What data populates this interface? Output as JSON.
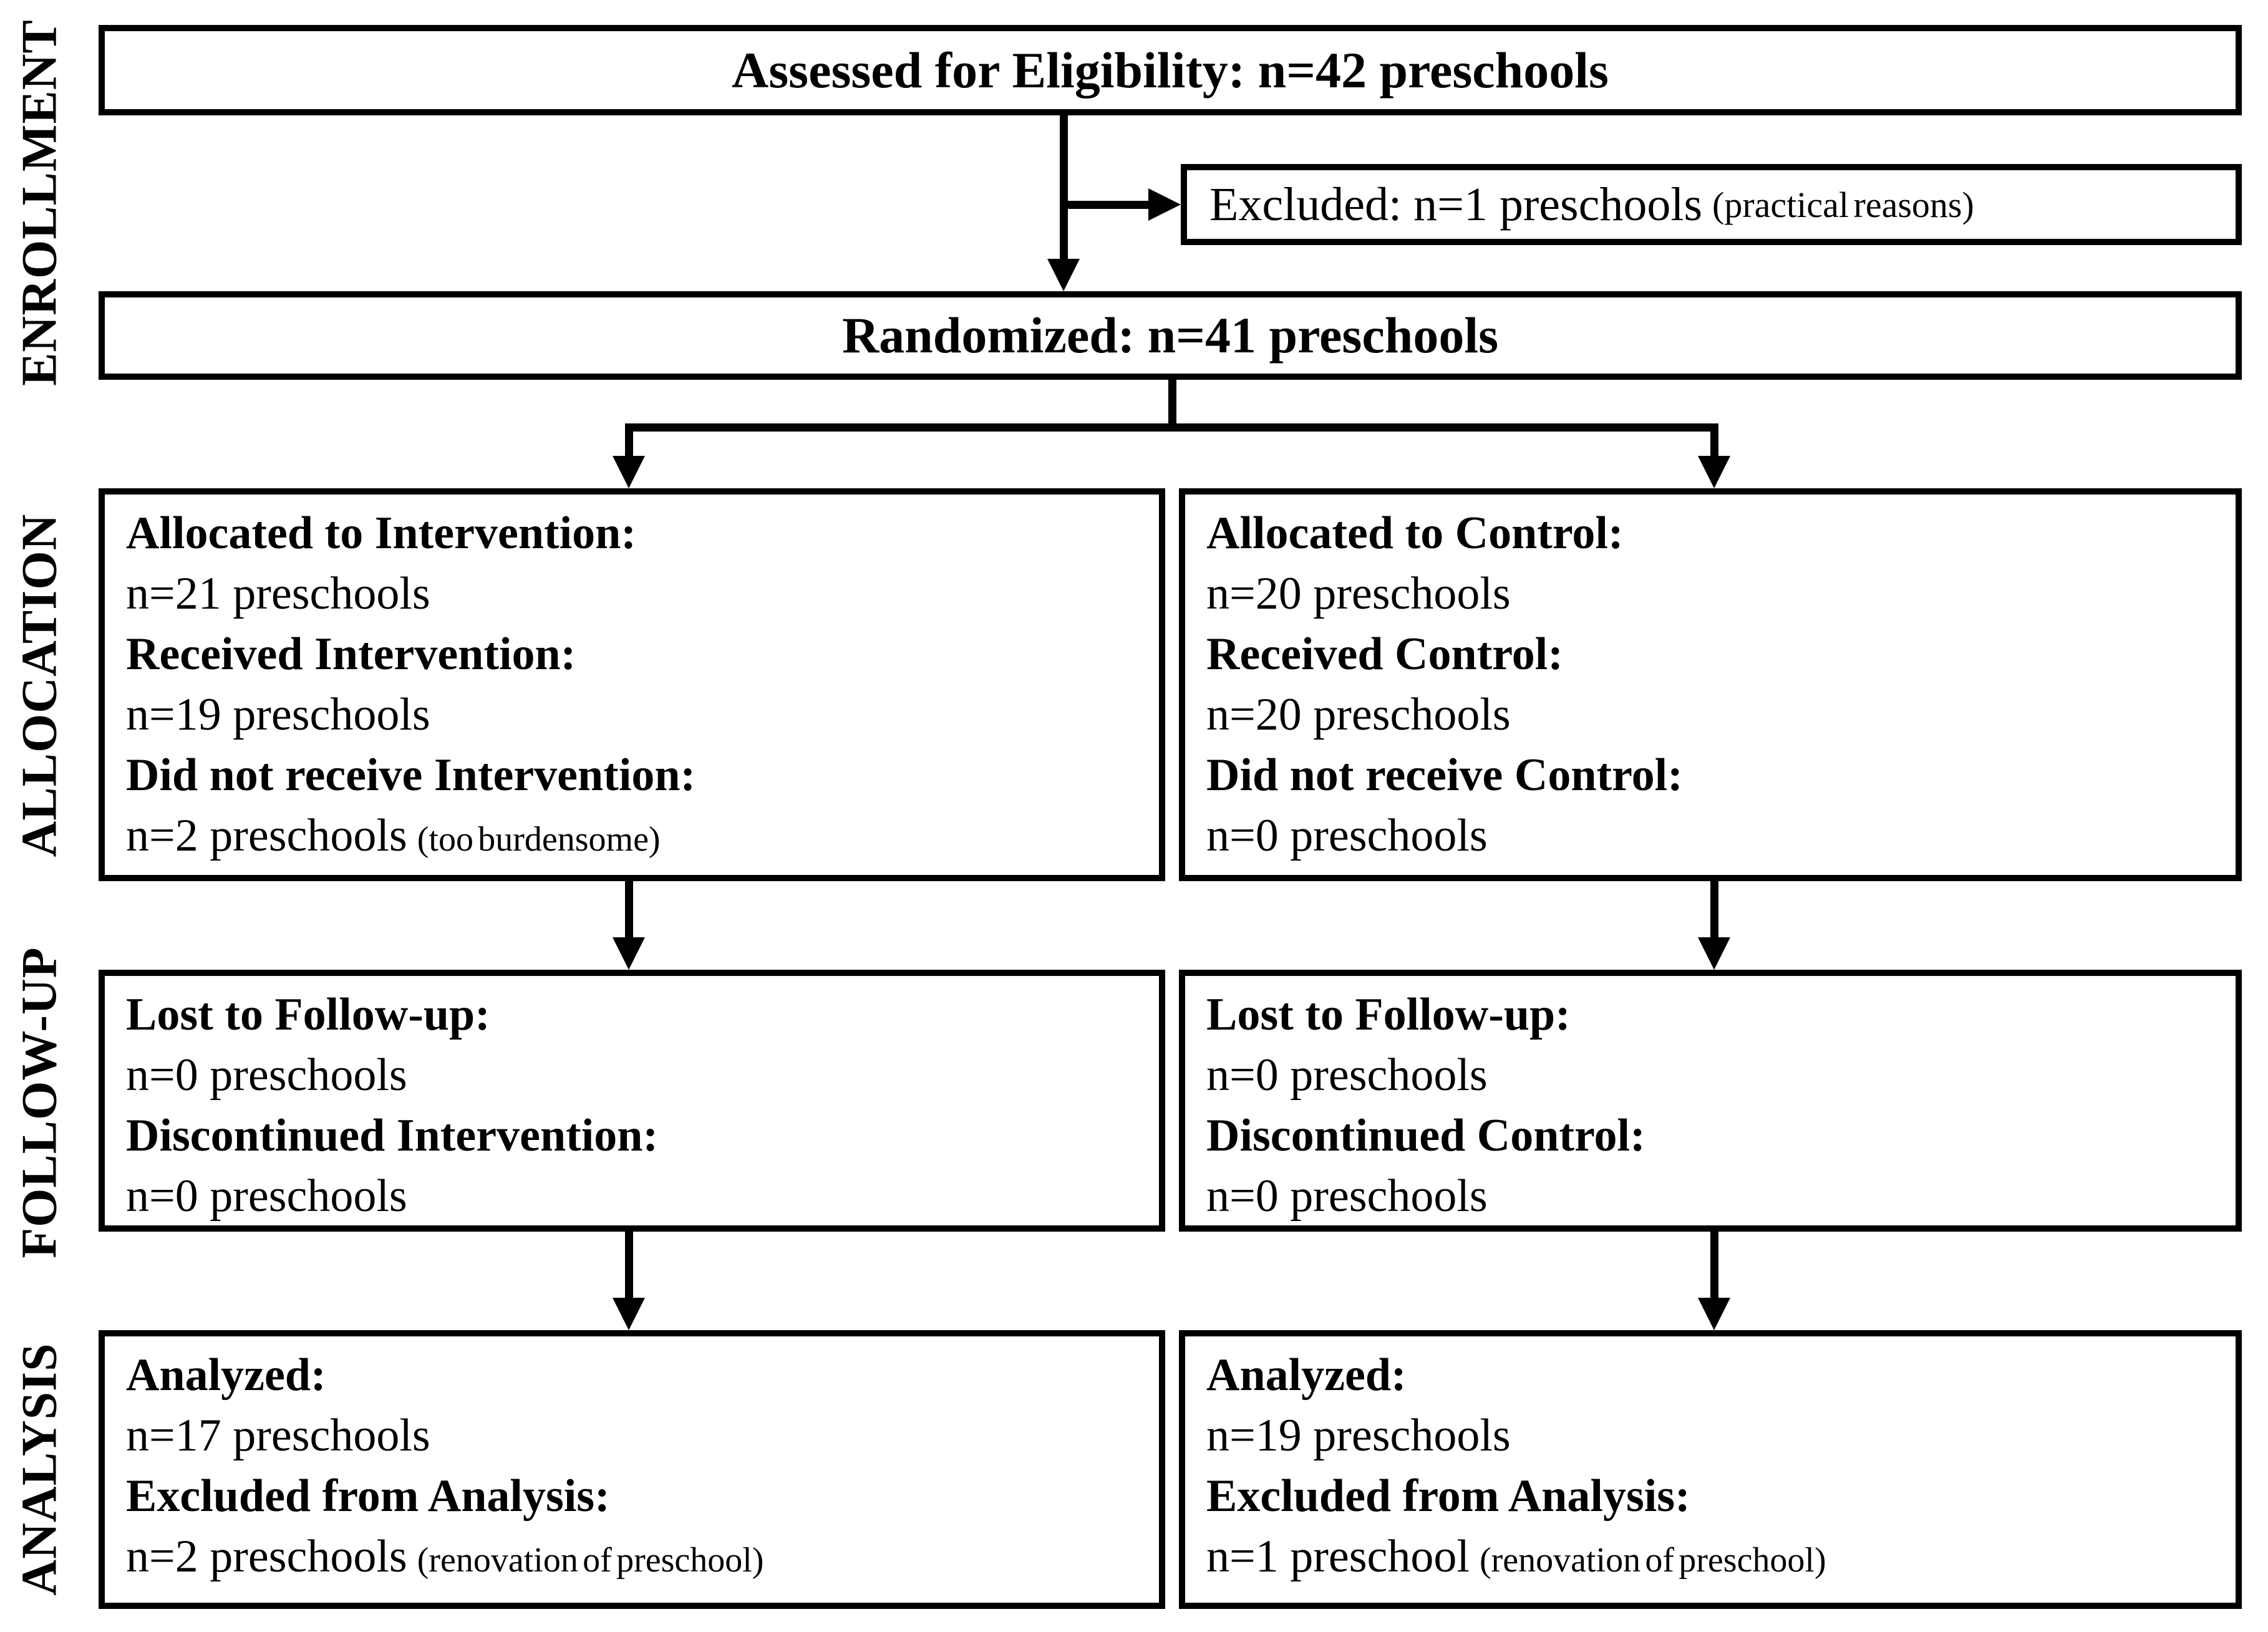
{
  "colors": {
    "ink": "#000000",
    "background": "#ffffff"
  },
  "stages": [
    {
      "label": "ENROLLMENT"
    },
    {
      "label": "ALLOCATION"
    },
    {
      "label": "FOLLOW-UP"
    },
    {
      "label": "ANALYSIS"
    }
  ],
  "boxes": {
    "assessed": {
      "text": "Assessed for Eligibility: n=42 preschools"
    },
    "excluded": {
      "text": "Excluded: n=1 preschools",
      "note": "(practical reasons)"
    },
    "randomized": {
      "text": "Randomized: n=41 preschools"
    },
    "allocation_intervention": {
      "h1": "Allocated to Intervention:",
      "v1": "n=21 preschools",
      "h2": "Received Intervention:",
      "v2": "n=19 preschools",
      "h3": "Did not receive Intervention:",
      "v3": "n=2 preschools",
      "v3_note": "(too burdensome)"
    },
    "allocation_control": {
      "h1": "Allocated to Control:",
      "v1": "n=20 preschools",
      "h2": "Received Control:",
      "v2": "n=20 preschools",
      "h3": "Did not receive Control:",
      "v3": "n=0 preschools",
      "v3_note": ""
    },
    "followup_intervention": {
      "h1": "Lost to Follow-up:",
      "v1": "n=0 preschools",
      "h2": "Discontinued Intervention:",
      "v2": "n=0 preschools"
    },
    "followup_control": {
      "h1": "Lost to Follow-up:",
      "v1": "n=0 preschools",
      "h2": "Discontinued Control:",
      "v2": "n=0 preschools"
    },
    "analysis_intervention": {
      "h1": "Analyzed:",
      "v1": "n=17 preschools",
      "h2": "Excluded from Analysis:",
      "v2": "n=2 preschools",
      "v2_note": "(renovation of preschool)"
    },
    "analysis_control": {
      "h1": "Analyzed:",
      "v1": "n=19 preschools",
      "h2": "Excluded from Analysis:",
      "v2": "n=1 preschool",
      "v2_note": "(renovation of preschool)"
    }
  }
}
